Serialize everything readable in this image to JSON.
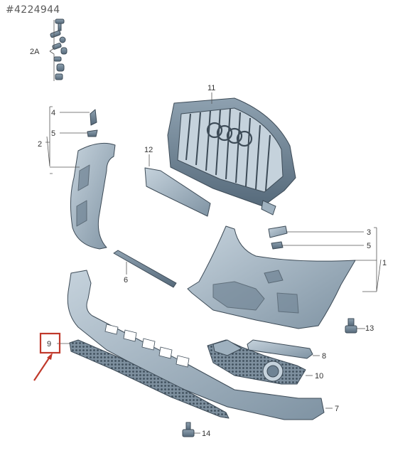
{
  "reference_id": "#4224944",
  "colors": {
    "part_fill": "#9fb1bf",
    "part_fill_dark": "#6f8394",
    "part_fill_light": "#c5d2dc",
    "outline": "#3d4b57",
    "highlight_box": "#c0392b",
    "arrow": "#c0392b"
  },
  "callouts": {
    "c2A": "2A",
    "c11": "11",
    "c4a": "4",
    "c5a": "5",
    "c2": "2",
    "c12": "12",
    "c3": "3",
    "c5b": "5",
    "c1": "1",
    "c6": "6",
    "c13": "13",
    "c9": "9",
    "c8": "8",
    "c10": "10",
    "c7": "7",
    "c14": "14"
  }
}
